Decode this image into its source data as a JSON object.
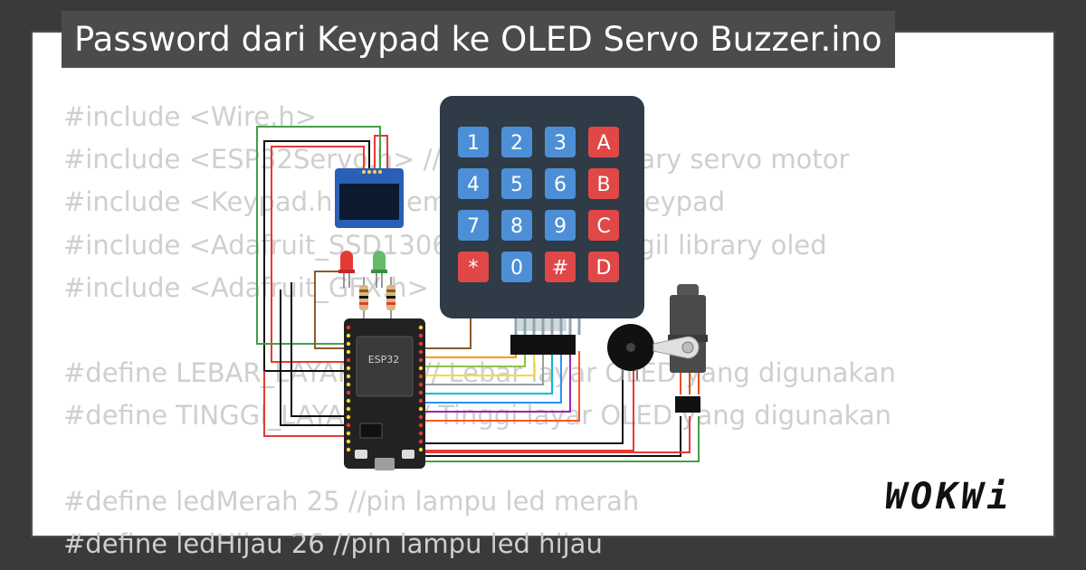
{
  "title": "Password dari Keypad ke OLED Servo Buzzer.ino",
  "code_lines": [
    "#include <Wire.h>",
    "#include <ESP32Servo.h> //memanggil library servo motor",
    "#include <Keypad.h> //memanggil library keypad",
    "#include <Adafruit_SSD1306.h> //memanggil library oled",
    "#include <Adafruit_GFX.h>",
    "",
    "#define LEBAR_LAYAR 128 // Lebar layar OLED yang digunakan",
    "#define TINGGI_LAYAR 64 // Tinggi layar OLED yang digunakan",
    "",
    "#define ledMerah 25 //pin lampu led merah",
    "#define ledHijau 26 //pin lampu led hijau"
  ],
  "board_label": "ESP32",
  "keypad": {
    "rows": [
      [
        "1",
        "2",
        "3",
        "A"
      ],
      [
        "4",
        "5",
        "6",
        "B"
      ],
      [
        "7",
        "8",
        "9",
        "C"
      ],
      [
        "*",
        "0",
        "#",
        "D"
      ]
    ]
  },
  "logo": "WOKWi",
  "colors": {
    "background": "#3a3a3a",
    "title_bar": "#4b4b4b",
    "code_text": "#cfcfcf",
    "keypad_body": "#2f3b47",
    "key_blue": "#4d8fd6",
    "key_red": "#e04848",
    "oled": "#2a5fb8",
    "esp32": "#222222"
  }
}
